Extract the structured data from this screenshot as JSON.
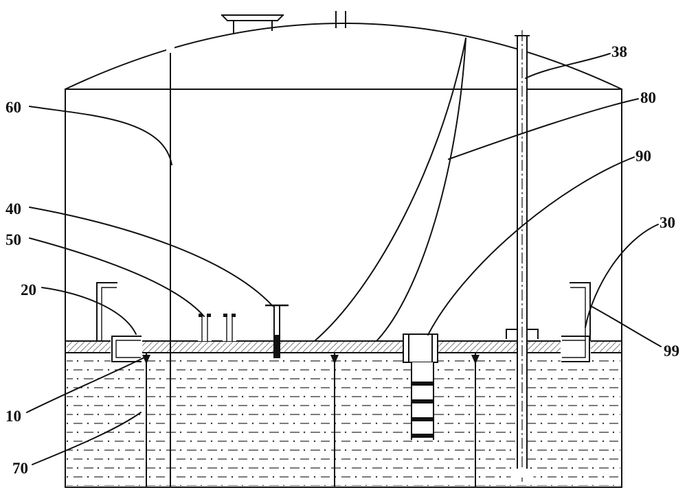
{
  "diagram": {
    "kind": "patent-style technical drawing of a storage tank with internal floating deck",
    "colors": {
      "line": "#111111",
      "background": "#ffffff"
    },
    "labels": {
      "38": "38",
      "80": "80",
      "90": "90",
      "30": "30",
      "99": "99",
      "60": "60",
      "40": "40",
      "50": "50",
      "20": "20",
      "10": "10",
      "70": "70"
    }
  }
}
